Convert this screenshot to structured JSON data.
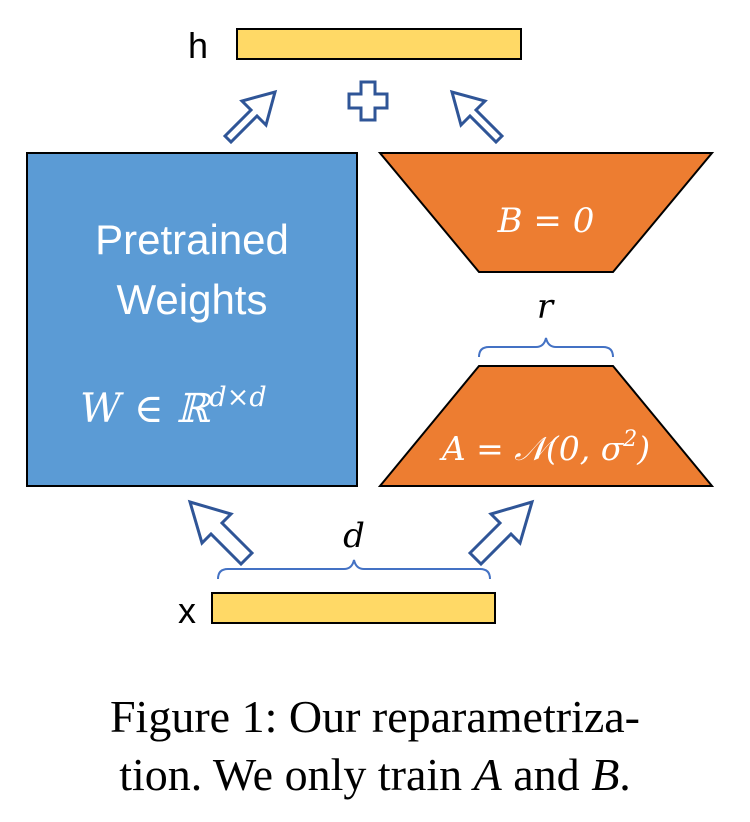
{
  "labels": {
    "h": "h",
    "x": "x",
    "pretrained_line1": "Pretrained",
    "pretrained_line2": "Weights",
    "w_base": "W ∈ ℝ",
    "w_sup": "d×d",
    "b_label": "B = 0",
    "a_base": "A = 𝒩(0, σ",
    "a_sup": "2",
    "a_close": ")",
    "r": "r",
    "d": "d"
  },
  "caption": {
    "line1": "Figure 1: Our reparametriza-",
    "line2_a": "tion. We only train ",
    "line2_A": "A",
    "line2_and": " and ",
    "line2_B": "B",
    "line2_end": "."
  },
  "colors": {
    "blue": "#5b9bd5",
    "orange": "#ed7d31",
    "yellow": "#ffd966",
    "arrow": "#2f5597",
    "brace": "#4472c4"
  }
}
